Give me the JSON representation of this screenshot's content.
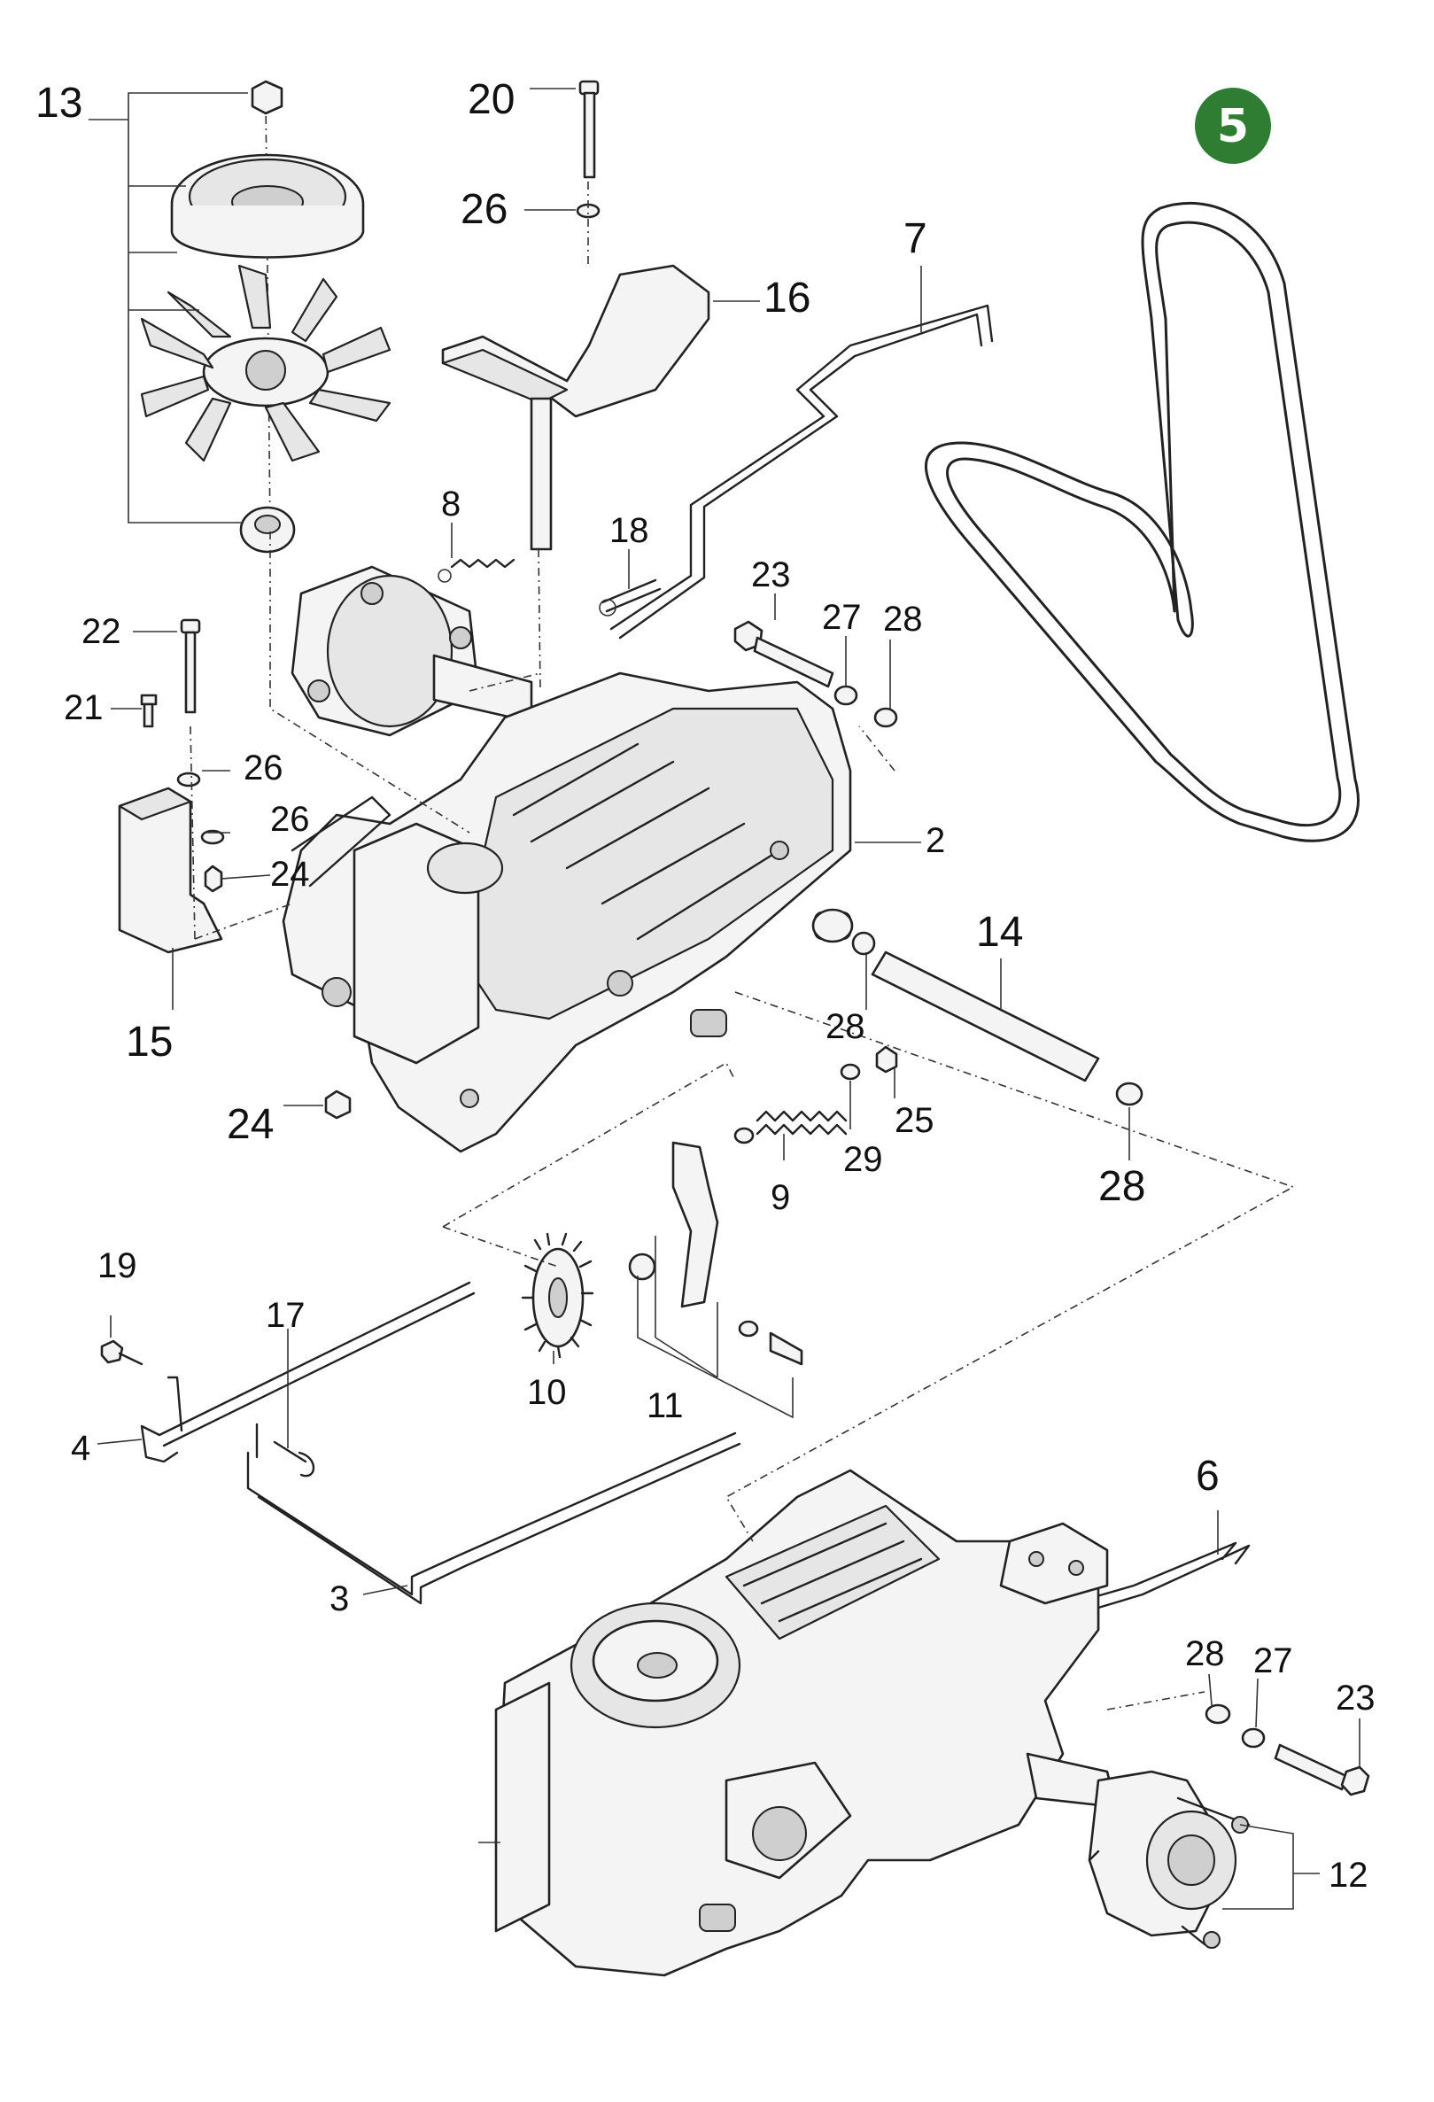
{
  "badge": {
    "label": "5",
    "color": "#2e7d32"
  },
  "callouts": {
    "c2": "2",
    "c3": "3",
    "c4": "4",
    "c6": "6",
    "c7": "7",
    "c8": "8",
    "c9": "9",
    "c10": "10",
    "c11": "11",
    "c12": "12",
    "c13": "13",
    "c14": "14",
    "c15": "15",
    "c16": "16",
    "c17": "17",
    "c18": "18",
    "c19": "19",
    "c20": "20",
    "c21": "21",
    "c22": "22",
    "c23a": "23",
    "c23b": "23",
    "c24a": "24",
    "c24b": "24",
    "c25": "25",
    "c26a": "26",
    "c26b": "26",
    "c26c": "26",
    "c27a": "27",
    "c27b": "27",
    "c28a": "28",
    "c28b": "28",
    "c28c": "28",
    "c28d": "28",
    "c29": "29"
  }
}
